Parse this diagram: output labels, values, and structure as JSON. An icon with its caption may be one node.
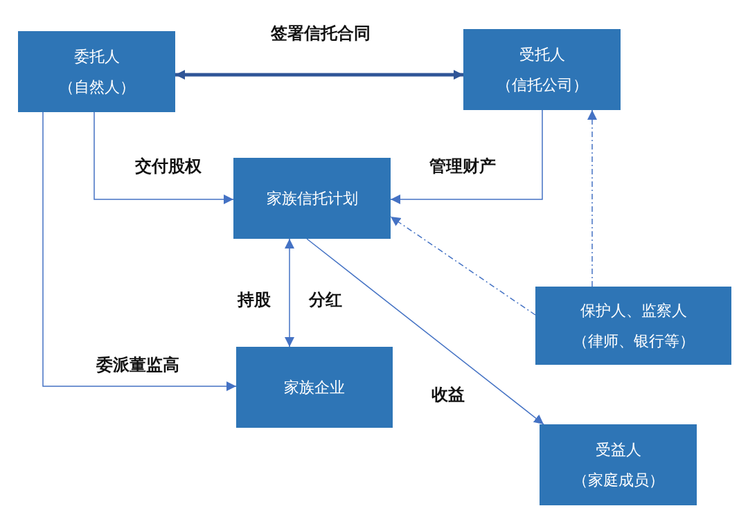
{
  "diagram": {
    "nodes": [
      {
        "text": [
          "委托人",
          "（自然人）"
        ]
      },
      {
        "text": [
          "受托人",
          "（信托公司）"
        ]
      },
      {
        "text": [
          "家族信托计划"
        ]
      },
      {
        "text": [
          "家族企业"
        ]
      },
      {
        "text": [
          "保护人、监察人",
          "（律师、银行等）"
        ]
      },
      {
        "text": [
          "受益人",
          "（家庭成员）"
        ]
      }
    ],
    "edges": [
      {
        "from": 0,
        "to": 1,
        "arrow": "both",
        "label": "签署信托合同",
        "style": "thick",
        "color": "#2f5597"
      },
      {
        "from": 0,
        "to": 2,
        "arrow": "to",
        "label": "交付股权"
      },
      {
        "from": 1,
        "to": 2,
        "arrow": "to",
        "label": "管理财产"
      },
      {
        "from": 2,
        "to": 3,
        "arrow": "both",
        "label": "持股"
      },
      {
        "from": 0,
        "to": 3,
        "arrow": "to",
        "label": "委派董监高"
      },
      {
        "from": 2,
        "to": 5,
        "arrow": "to",
        "label": "收益"
      },
      {
        "from": 4,
        "to": 2,
        "arrow": "to",
        "style": "dashed"
      },
      {
        "from": 4,
        "to": 1,
        "arrow": "to",
        "style": "dashed"
      }
    ],
    "labels": [
      "分红"
    ]
  }
}
